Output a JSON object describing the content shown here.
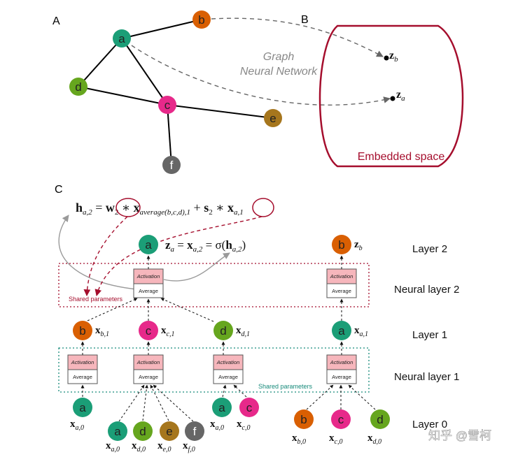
{
  "panels": {
    "a": "A",
    "b": "B",
    "c": "C"
  },
  "colors": {
    "teal": "#1b9e77",
    "orange": "#d95f02",
    "green": "#66a61e",
    "magenta": "#e7298a",
    "brown": "#a6761d",
    "gray": "#666666",
    "dark_red": "#a50e2d",
    "dotted_teal": "#168a7a",
    "activation_pink": "#f6b6bc"
  },
  "graph": {
    "nodes": [
      "a",
      "b",
      "c",
      "d",
      "e",
      "f"
    ],
    "edges": [
      [
        "a",
        "b"
      ],
      [
        "a",
        "d"
      ],
      [
        "a",
        "c"
      ],
      [
        "d",
        "c"
      ],
      [
        "c",
        "e"
      ],
      [
        "c",
        "f"
      ]
    ],
    "gnn_label_line1": "Graph",
    "gnn_label_line2": "Neural Network"
  },
  "embedding": {
    "frame_label": "Embedded space",
    "point_b": {
      "symbol": "z",
      "subscript": "b"
    },
    "point_a": {
      "symbol": "z",
      "subscript": "a"
    }
  },
  "formulas": {
    "top": {
      "h": "h",
      "h_sub": "a,2",
      "eq": " = ",
      "w": "w",
      "w_sub": "2",
      "star1": " ∗ ",
      "x1": "x",
      "x1_sub": "average(b,c,d),1",
      "plus": " + ",
      "s": "s",
      "s_sub": "2",
      "star2": " ∗ ",
      "x2": "x",
      "x2_sub": "a,1"
    },
    "layer2": {
      "z": "z",
      "z_sub": "a",
      "eq1": " = ",
      "x": "x",
      "x_sub": "a,2",
      "eq2": " = σ(",
      "h": "h",
      "h_sub": "a,2",
      "close": ")"
    }
  },
  "layers": {
    "layer2": "Layer 2",
    "neural2": "Neural layer 2",
    "layer1": "Layer 1",
    "neural1": "Neural layer 1",
    "layer0": "Layer 0"
  },
  "blocks": {
    "activation": "Activation",
    "average": "Average",
    "shared_parameters": "Shared parameters"
  },
  "tree": {
    "layer2_nodes": [
      {
        "id": "a",
        "label": {
          "symbol": "z",
          "sub": "a"
        }
      },
      {
        "id": "b",
        "label": {
          "symbol": "z",
          "sub": "b"
        }
      }
    ],
    "layer1_nodes": [
      {
        "id": "b",
        "label": {
          "symbol": "x",
          "sub": "b,1"
        }
      },
      {
        "id": "c",
        "label": {
          "symbol": "x",
          "sub": "c,1"
        }
      },
      {
        "id": "d",
        "label": {
          "symbol": "x",
          "sub": "d,1"
        }
      },
      {
        "id": "a",
        "label": {
          "symbol": "x",
          "sub": "a,1"
        }
      }
    ],
    "layer0_nodes": [
      {
        "id": "a",
        "label": {
          "symbol": "x",
          "sub": "a,0"
        }
      },
      {
        "id": "a",
        "label": {
          "symbol": "x",
          "sub": "a,0"
        }
      },
      {
        "id": "d",
        "label": {
          "symbol": "x",
          "sub": "d,0"
        }
      },
      {
        "id": "e",
        "label": {
          "symbol": "x",
          "sub": "e,0"
        }
      },
      {
        "id": "f",
        "label": {
          "symbol": "x",
          "sub": "f,0"
        }
      },
      {
        "id": "a",
        "label": {
          "symbol": "x",
          "sub": "a,0"
        }
      },
      {
        "id": "c",
        "label": {
          "symbol": "x",
          "sub": "c,0"
        }
      },
      {
        "id": "b",
        "label": {
          "symbol": "x",
          "sub": "b,0"
        }
      },
      {
        "id": "c",
        "label": {
          "symbol": "x",
          "sub": "c,0"
        }
      },
      {
        "id": "d",
        "label": {
          "symbol": "x",
          "sub": "d,0"
        }
      }
    ]
  },
  "watermark": "知乎 @雪柯"
}
